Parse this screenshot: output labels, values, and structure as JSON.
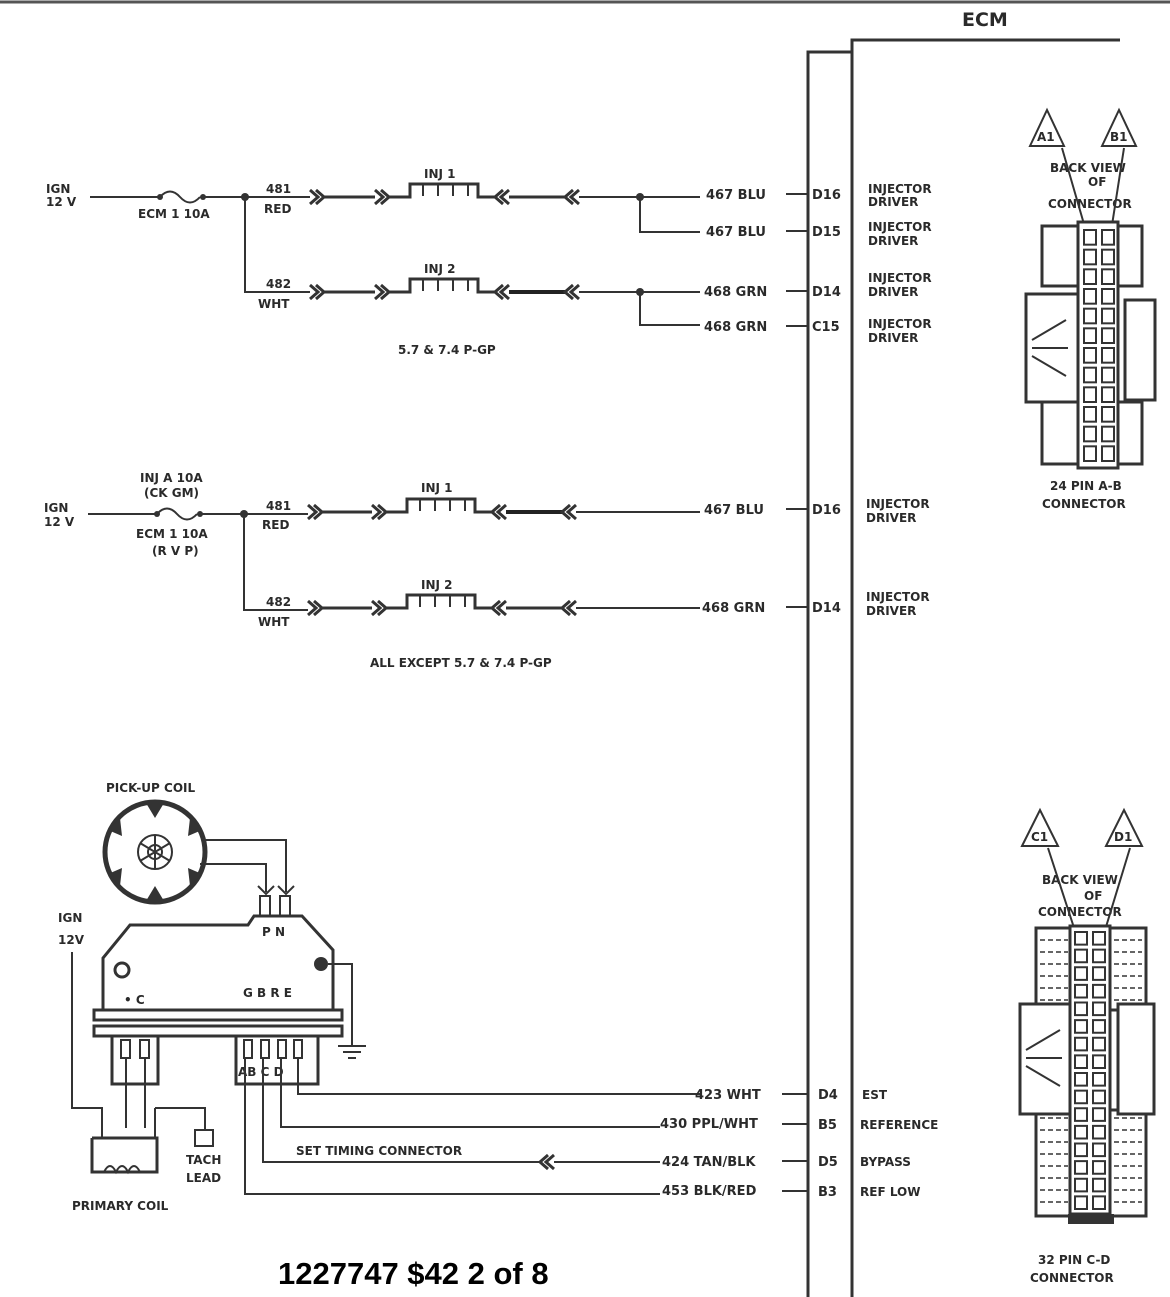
{
  "title": "ECM",
  "footer": "1227747 $42 2 of 8",
  "colors": {
    "ink": "#2a2a2a",
    "background": "#ffffff"
  },
  "section1": {
    "power_label_1": "IGN",
    "power_label_2": "12 V",
    "fuse": "ECM 1 10A",
    "wire_top": {
      "num": "481",
      "color": "RED"
    },
    "wire_bottom": {
      "num": "482",
      "color": "WHT"
    },
    "inj1": "INJ 1",
    "inj2": "INJ 2",
    "caption": "5.7 & 7.4 P-GP",
    "pins": [
      {
        "wire": "467 BLU",
        "pin": "D16",
        "func1": "INJECTOR",
        "func2": "DRIVER"
      },
      {
        "wire": "467 BLU",
        "pin": "D15",
        "func1": "INJECTOR",
        "func2": "DRIVER"
      },
      {
        "wire": "468 GRN",
        "pin": "D14",
        "func1": "INJECTOR",
        "func2": "DRIVER"
      },
      {
        "wire": "468 GRN",
        "pin": "C15",
        "func1": "INJECTOR",
        "func2": "DRIVER"
      }
    ]
  },
  "section2": {
    "power_label_1": "IGN",
    "power_label_2": "12 V",
    "fuse_top_1": "INJ A 10A",
    "fuse_top_2": "(CK GM)",
    "fuse_bottom_1": "ECM 1 10A",
    "fuse_bottom_2": "(R V P)",
    "wire_top": {
      "num": "481",
      "color": "RED"
    },
    "wire_bottom": {
      "num": "482",
      "color": "WHT"
    },
    "inj1": "INJ 1",
    "inj2": "INJ 2",
    "caption": "ALL EXCEPT 5.7 & 7.4 P-GP",
    "pins": [
      {
        "wire": "467 BLU",
        "pin": "D16",
        "func1": "INJECTOR",
        "func2": "DRIVER"
      },
      {
        "wire": "468 GRN",
        "pin": "D14",
        "func1": "INJECTOR",
        "func2": "DRIVER"
      }
    ]
  },
  "section3": {
    "pickup_coil": "PICK-UP COIL",
    "power_label_1": "IGN",
    "power_label_2": "12V",
    "module_pn": "P N",
    "module_c": "• C",
    "module_gbre": "G B R E",
    "module_abcd": "AB C D",
    "tach_1": "TACH",
    "tach_2": "LEAD",
    "primary_coil": "PRIMARY COIL",
    "set_timing": "SET TIMING CONNECTOR",
    "pins": [
      {
        "wire": "423 WHT",
        "pin": "D4",
        "func": "EST"
      },
      {
        "wire": "430 PPL/WHT",
        "pin": "B5",
        "func": "REFERENCE"
      },
      {
        "wire": "424 TAN/BLK",
        "pin": "D5",
        "func": "BYPASS"
      },
      {
        "wire": "453 BLK/RED",
        "pin": "B3",
        "func": "REF LOW"
      }
    ]
  },
  "connector_ab": {
    "tag_left": "A1",
    "tag_right": "B1",
    "view_1": "BACK VIEW",
    "view_2": "OF",
    "view_3": "CONNECTOR",
    "name_1": "24 PIN A-B",
    "name_2": "CONNECTOR",
    "pins_per_row": 12
  },
  "connector_cd": {
    "tag_left": "C1",
    "tag_right": "D1",
    "view_1": "BACK VIEW",
    "view_2": "OF",
    "view_3": "CONNECTOR",
    "name_1": "32 PIN C-D",
    "name_2": "CONNECTOR",
    "pins_per_row": 16
  }
}
